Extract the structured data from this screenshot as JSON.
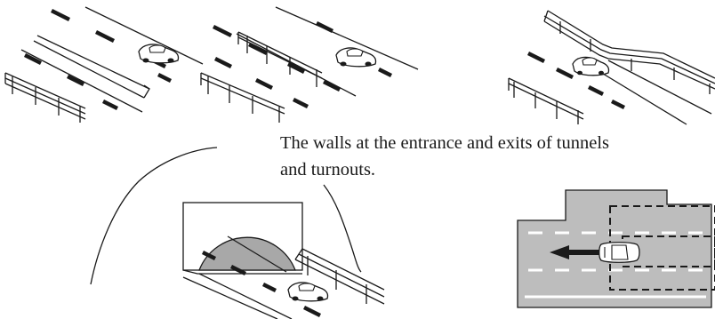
{
  "caption": {
    "line1": "The walls at the entrance and exits of tunnels",
    "line2": "and turnouts."
  },
  "illustrations": [
    {
      "id": "guardrail-left-of-road",
      "icon": "car-icon"
    },
    {
      "id": "guardrail-median",
      "icon": "car-icon"
    },
    {
      "id": "guardrail-merging-overhead",
      "icon": "car-icon"
    },
    {
      "id": "tunnel-entrance",
      "icon": "car-icon"
    },
    {
      "id": "turnout-lane-diagram",
      "icon": "car-icon"
    }
  ],
  "colors": {
    "line": "#1a1a1a",
    "road_gray": "#bdbdbd",
    "tunnel_gray": "#a8a8a8",
    "background": "#ffffff"
  }
}
